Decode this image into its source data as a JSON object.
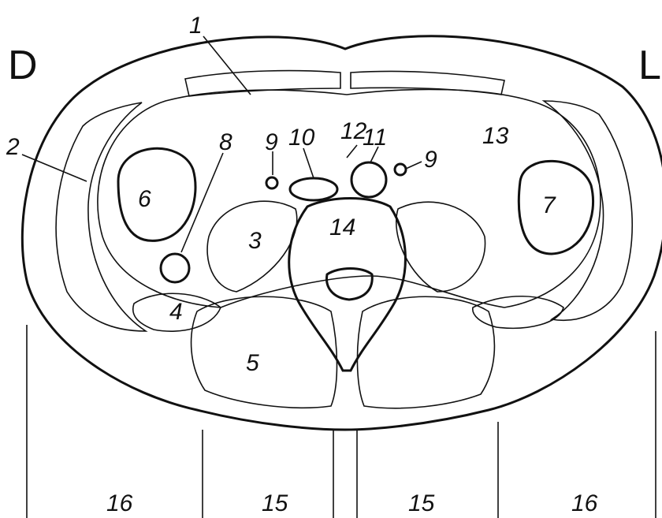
{
  "figure": {
    "orientation_labels": {
      "left": "D",
      "right": "L"
    },
    "structure_labels": [
      "1",
      "2",
      "3",
      "4",
      "5",
      "6",
      "7",
      "8",
      "9",
      "10",
      "12",
      "11",
      "9",
      "13",
      "14"
    ],
    "region_labels": [
      "16",
      "15",
      "15",
      "16"
    ]
  }
}
